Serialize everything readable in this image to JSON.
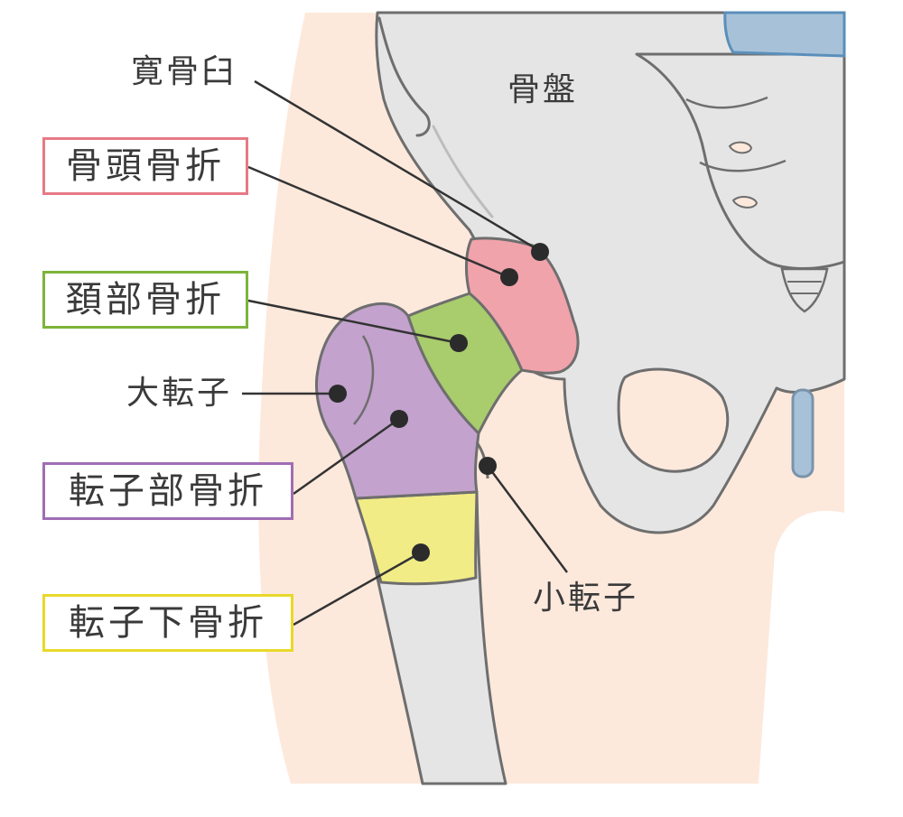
{
  "labels": {
    "acetabulum": "寛骨臼",
    "pelvis": "骨盤",
    "greater_trochanter": "大転子",
    "lesser_trochanter": "小転子"
  },
  "fractures": {
    "femoral_head": {
      "label": "骨頭骨折",
      "color": "#e77a86"
    },
    "femoral_neck": {
      "label": "頚部骨折",
      "color": "#7db43a"
    },
    "trochanteric": {
      "label": "転子部骨折",
      "color": "#a06db4"
    },
    "subtrochanteric": {
      "label": "転子下骨折",
      "color": "#e8d92a"
    }
  },
  "colors": {
    "skin": "#fde9dc",
    "bone": "#e5e5e5",
    "outline": "#6e6e6e",
    "head_fill": "#f0a3ab",
    "neck_fill": "#a9cc6c",
    "trochanter_fill": "#c3a2cd",
    "subtroch_fill": "#f1ec86",
    "cartilage": "#a7c2d8",
    "cartilage_line": "#5a8fbb",
    "marker": "#2b2b2b"
  }
}
